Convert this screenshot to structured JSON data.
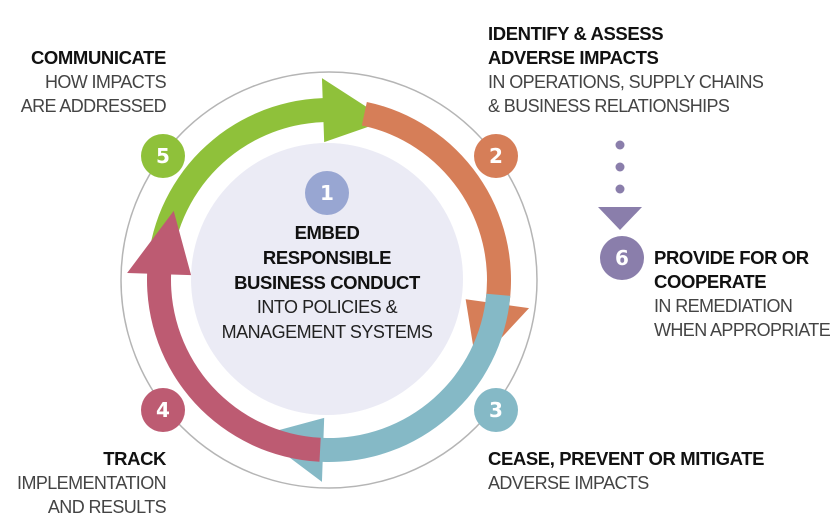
{
  "title": "Due diligence process cycle",
  "colors": {
    "step1": "#98a6d2",
    "step2": "#d67e58",
    "step3": "#85b9c6",
    "step4": "#bd5b72",
    "step5": "#8fc13a",
    "step6": "#8a7eab",
    "center_disc": "#ebebf5",
    "outer_ring": "#b5b5b5"
  },
  "center": {
    "number": "1",
    "title_lines": [
      "EMBED",
      "RESPONSIBLE",
      "BUSINESS CONDUCT"
    ],
    "sub_lines": [
      "INTO POLICIES &",
      "MANAGEMENT SYSTEMS"
    ]
  },
  "steps": [
    {
      "number": "2",
      "title_lines": [
        "IDENTIFY & ASSESS",
        "ADVERSE IMPACTS"
      ],
      "sub_lines": [
        "IN OPERATIONS, SUPPLY CHAINS",
        "& BUSINESS RELATIONSHIPS"
      ]
    },
    {
      "number": "3",
      "title_lines": [
        "CEASE, PREVENT OR MITIGATE"
      ],
      "sub_lines": [
        "ADVERSE IMPACTS"
      ]
    },
    {
      "number": "4",
      "title_lines": [
        "TRACK"
      ],
      "sub_lines": [
        "IMPLEMENTATION",
        "AND RESULTS"
      ]
    },
    {
      "number": "5",
      "title_lines": [
        "COMMUNICATE"
      ],
      "sub_lines": [
        "HOW IMPACTS",
        "ARE ADDRESSED"
      ]
    },
    {
      "number": "6",
      "title_lines": [
        "PROVIDE FOR OR",
        "COOPERATE"
      ],
      "sub_lines": [
        "IN REMEDIATION",
        "WHEN APPROPRIATE"
      ]
    }
  ],
  "icons": {
    "cycle_arrows": "curved-arrow-icon",
    "connector": "dotted-arrow-down-icon"
  }
}
